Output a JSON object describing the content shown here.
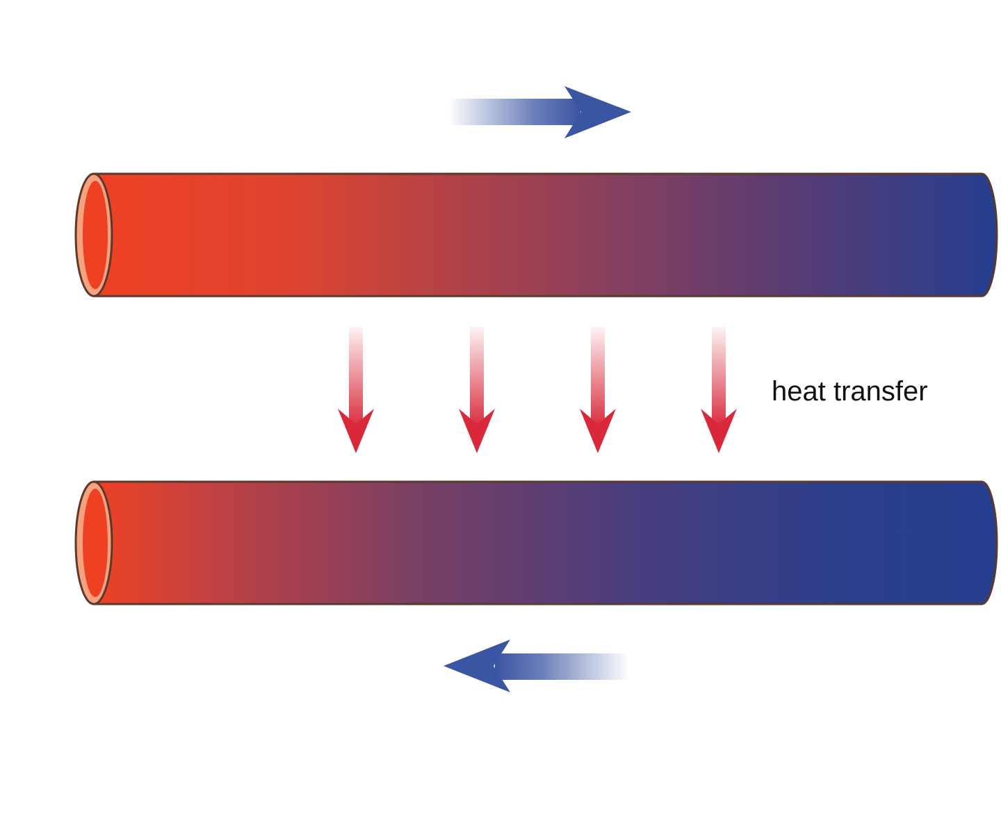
{
  "label": {
    "heat_transfer": "heat transfer"
  },
  "flows": {
    "top_direction": "right",
    "bottom_direction": "left",
    "heat_direction": "down"
  },
  "heat_arrow_count": 4,
  "colors": {
    "hot": "#ee4124",
    "cold": "#253f8f",
    "flow_arrow": "#3a55a2",
    "heat_arrow": "#d8283a",
    "pipe_outline": "#5a3a2e",
    "pipe_inner_ring": "#f6a27f",
    "label": "#111111"
  },
  "icons": {
    "top_flow": "arrow-right-icon",
    "bottom_flow": "arrow-left-icon",
    "heat": "arrow-down-icon"
  }
}
